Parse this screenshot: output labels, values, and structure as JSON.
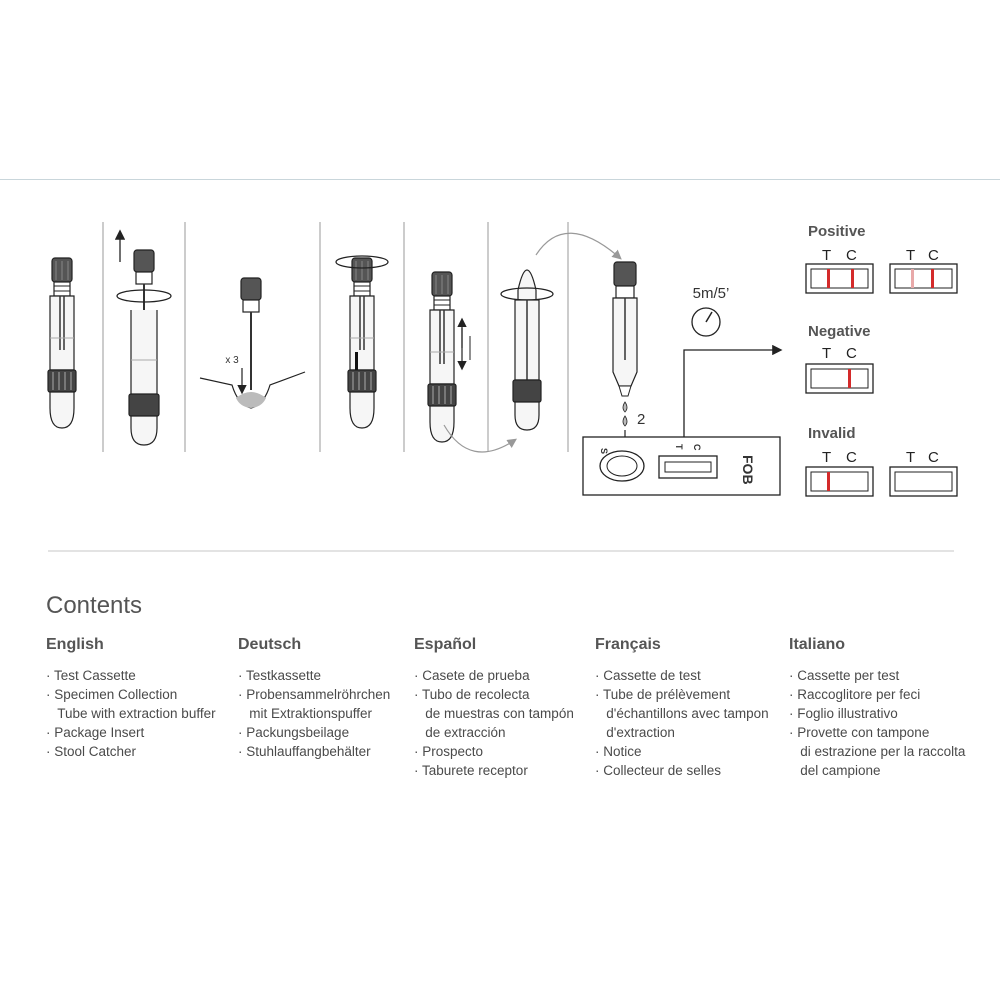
{
  "steps": {
    "mix_count": "x 3",
    "drops": "2",
    "timer": "5m/5’",
    "cassette": {
      "label": "FOB",
      "sample_mark": "S",
      "t_mark": "T",
      "c_mark": "C"
    }
  },
  "results": {
    "positive": "Positive",
    "negative": "Negative",
    "invalid": "Invalid",
    "t_label": "T",
    "c_label": "C",
    "line_color": "#d42a2a",
    "faint_line_color": "#e8a9a9"
  },
  "contents": {
    "title": "Contents",
    "columns": [
      {
        "lang": "English",
        "items": [
          "· Test Cassette",
          "· Specimen Collection",
          "  Tube with extraction buffer",
          "· Package Insert",
          "· Stool Catcher"
        ]
      },
      {
        "lang": "Deutsch",
        "items": [
          "· Testkassette",
          "· Probensammelröhrchen",
          "  mit Extraktionspuffer",
          "· Packungsbeilage",
          "· Stuhlauffangbehälter"
        ]
      },
      {
        "lang": "Español",
        "items": [
          "· Casete de prueba",
          "· Tubo de recolecta",
          "  de muestras con tampón",
          "  de extracción",
          "· Prospecto",
          "· Taburete receptor"
        ]
      },
      {
        "lang": "Français",
        "items": [
          "· Cassette de test",
          "· Tube de prélèvement",
          "  d'échantillons avec tampon",
          "  d'extraction",
          "· Notice",
          "· Collecteur de selles"
        ]
      },
      {
        "lang": "Italiano",
        "items": [
          "· Cassette per test",
          "· Raccoglitore per feci",
          "· Foglio illustrativo",
          "· Provette con tampone",
          "  di estrazione per la raccolta",
          "  del campione"
        ]
      }
    ]
  }
}
